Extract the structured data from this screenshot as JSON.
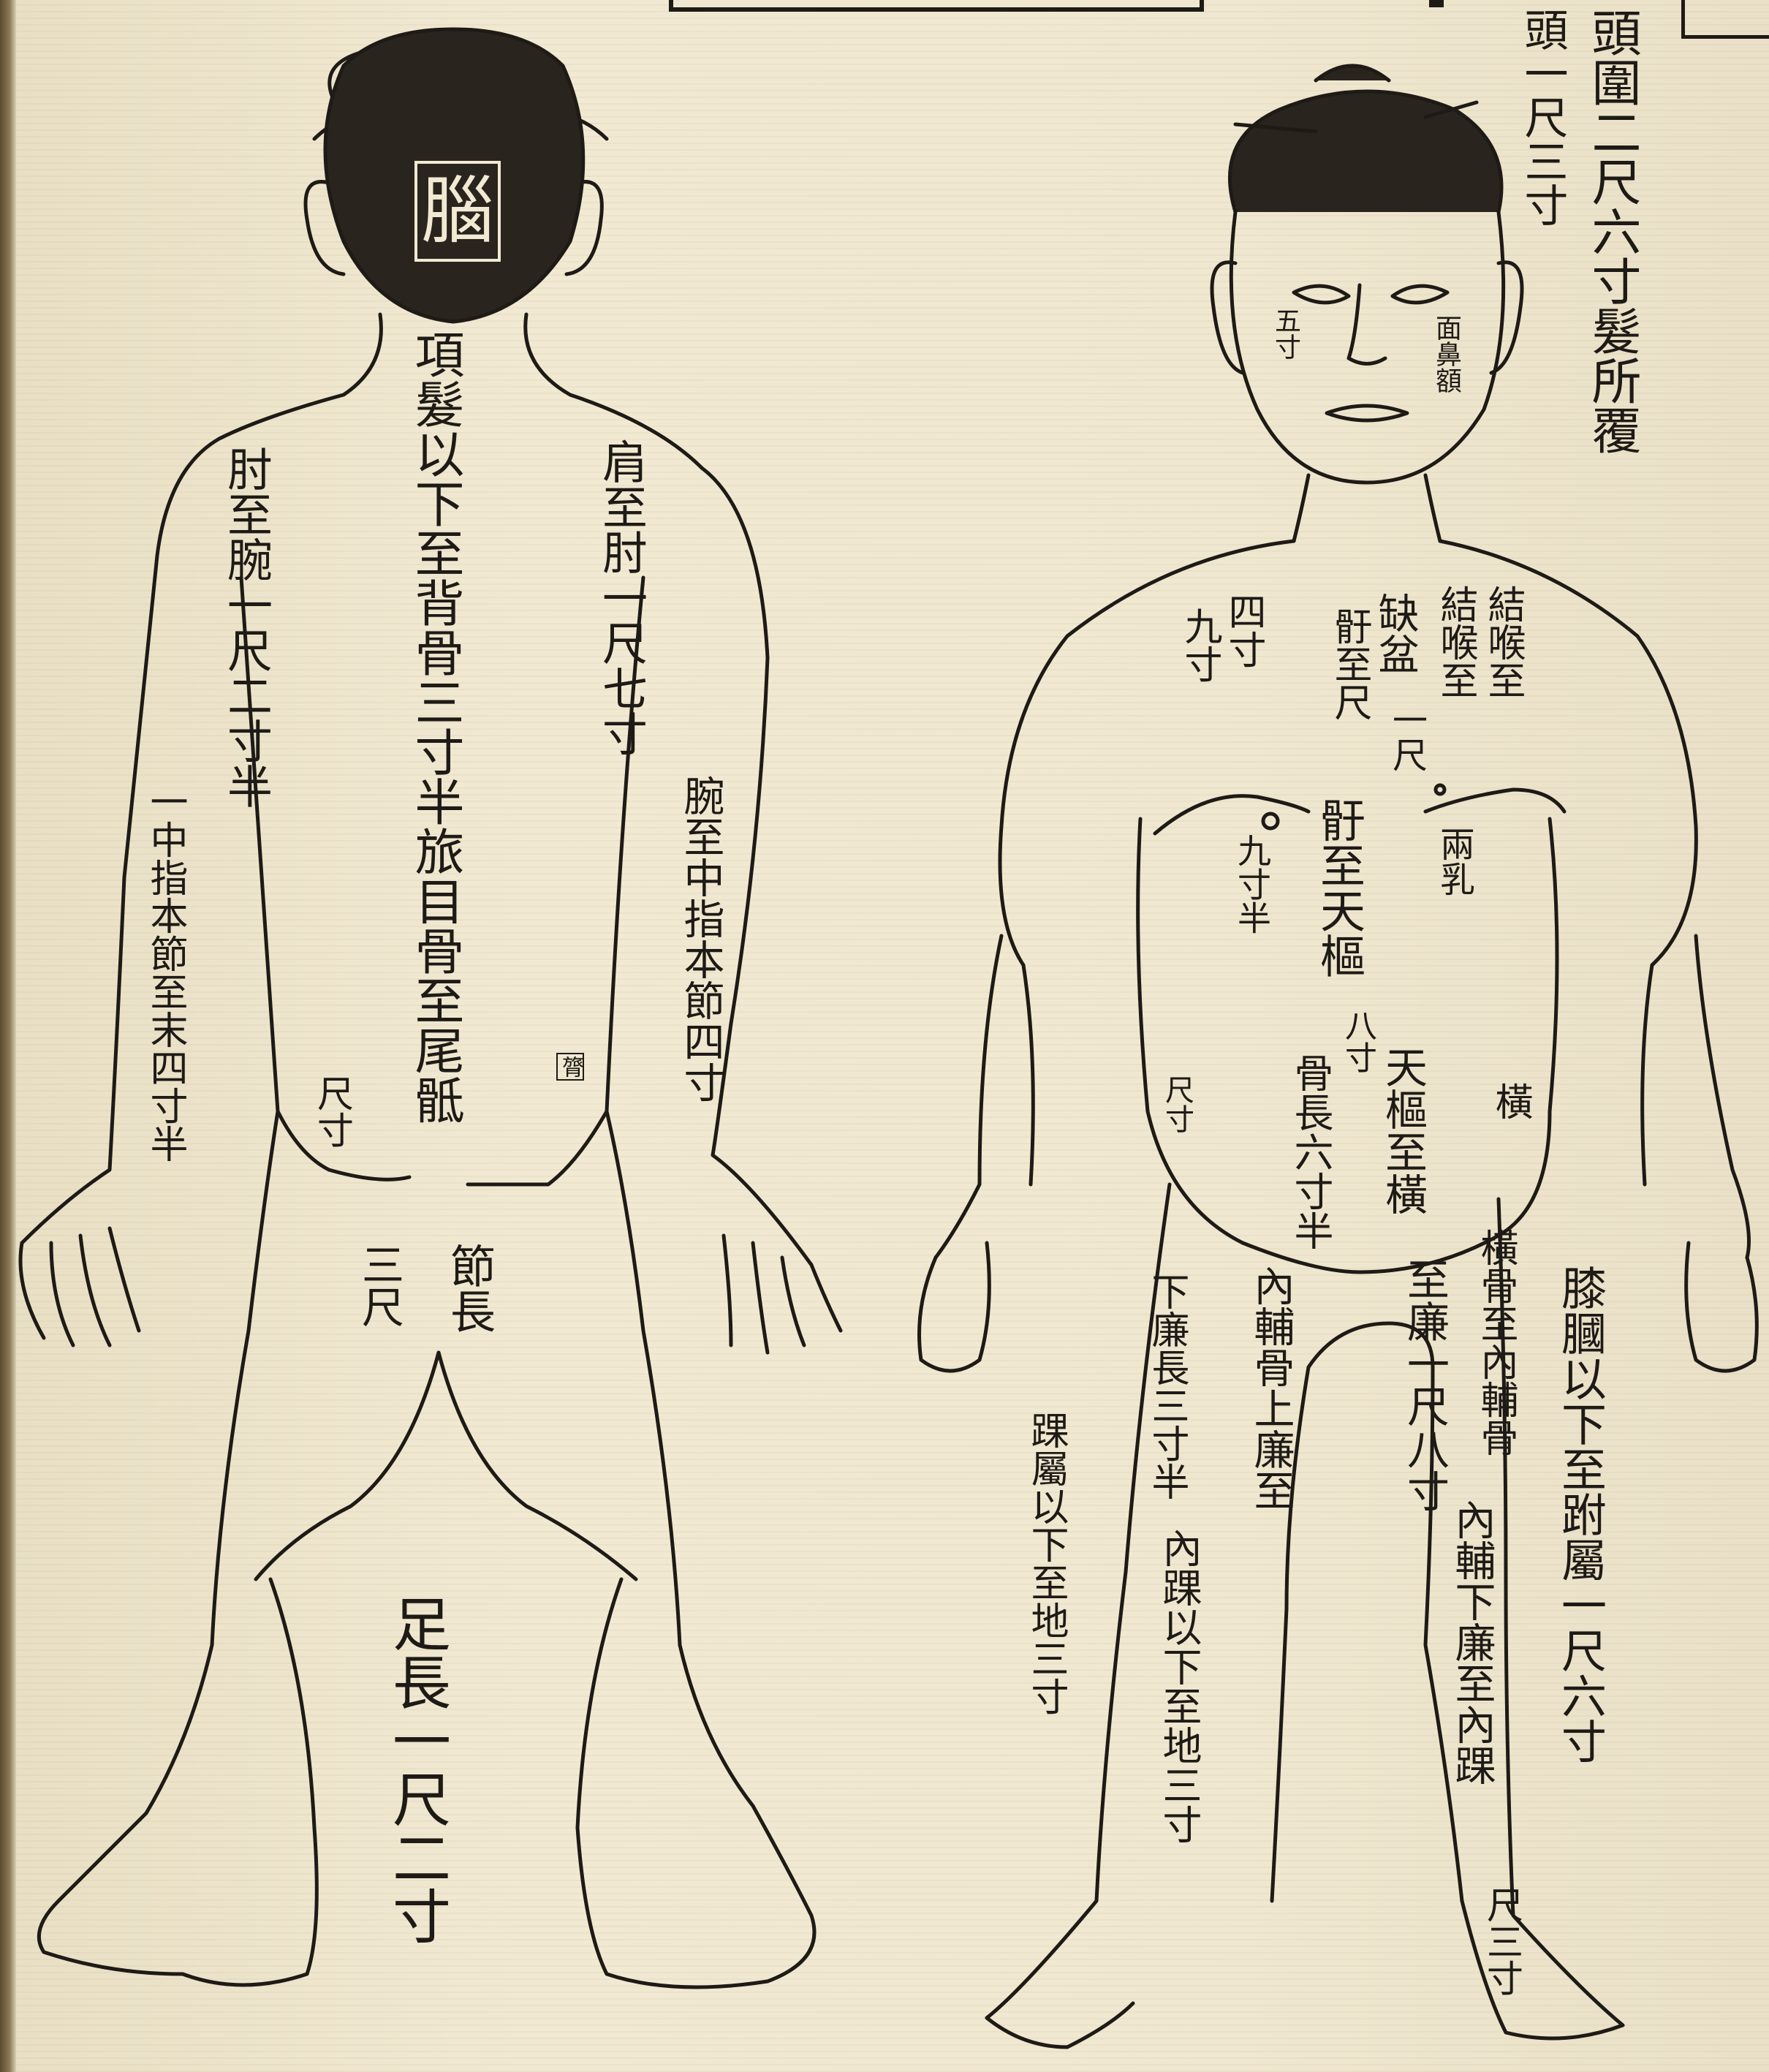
{
  "back_figure": {
    "hair_mark": "腦",
    "labels": {
      "spine": "項髮以下至背骨三寸半旅目骨至尾骶",
      "spine_tail": "節長",
      "spine_tail_length": "三尺",
      "elbow_to_wrist": "肘至腕一尺二寸半",
      "wrist_to_finger": "一中指本節至末四寸半",
      "shoulder_to_elbow": "肩至肘一尺七寸",
      "wrist_to_middle_finger": "腕至中指本節四寸",
      "back_side_box": "膂",
      "back_side_text": "尺寸",
      "foot_length": "足長一尺二寸"
    }
  },
  "front_figure": {
    "labels": {
      "head_top_1": "頭圍二尺六寸髮所覆",
      "head_top_2": "頭一尺三寸",
      "face_left": "五寸",
      "face_right": "面鼻額",
      "throat_1": "結喉至",
      "throat_2": "結喉至",
      "clavicle_1": "缺盆",
      "clavicle_2": "骬至尺",
      "chest_a": "四寸",
      "chest_b": "九寸",
      "chest_c": "一尺",
      "breast_label": "兩乳",
      "breast_width": "九寸半",
      "sternum": "骬至天樞",
      "sternum_len": "八寸",
      "navel": "天樞至橫",
      "pubic": "骨長六寸半",
      "side_box": "橫",
      "thigh_inner": "內輔骨上廉至",
      "thigh_top": "至廉一尺八寸",
      "lower_leg_left": "下廉長三寸半",
      "ankle_left": "內踝以下至地三寸",
      "foot_left": "踝屬以下至地三寸",
      "pubic_to_knee": "橫骨至內輔骨",
      "knee_to_ankle": "內輔下廉至內踝",
      "knee_to_ankle_len": "尺三寸",
      "knee_popliteal": "膝膕以下至跗屬一尺六寸",
      "waist_left": "尺寸"
    }
  },
  "colors": {
    "paper": "#efe7cf",
    "ink": "#1e1a16"
  }
}
